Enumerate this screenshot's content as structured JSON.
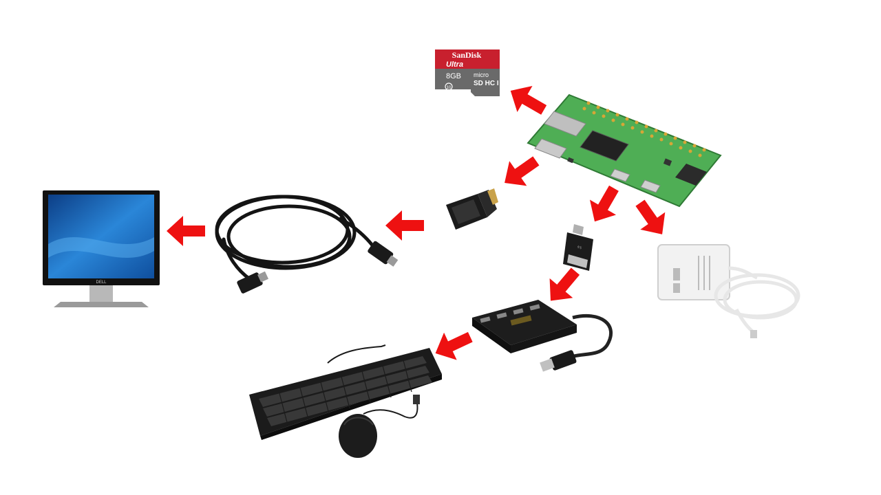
{
  "sd_card": {
    "brand": "SanDisk",
    "line": "Ultra",
    "capacity": "8GB",
    "type": "micro",
    "class": "10"
  },
  "board": {
    "name": "Raspberry Pi Zero W"
  },
  "icons": {
    "sd_card": "microsd-card-icon",
    "board": "raspberry-pi-zero-icon",
    "mini_hdmi_adapter": "mini-hdmi-adapter-icon",
    "hdmi_cable": "hdmi-cable-icon",
    "monitor": "monitor-icon",
    "otg_adapter": "usb-otg-adapter-icon",
    "power_supply": "power-adapter-icon",
    "usb_hub": "usb-hub-icon",
    "keyboard": "keyboard-icon",
    "mouse": "mouse-icon"
  },
  "colors": {
    "arrow": "#ee1111",
    "board": "#4fae55",
    "sd_red": "#c8202e",
    "sd_gray": "#6a6a6a",
    "screen": "#1f6fc0"
  }
}
